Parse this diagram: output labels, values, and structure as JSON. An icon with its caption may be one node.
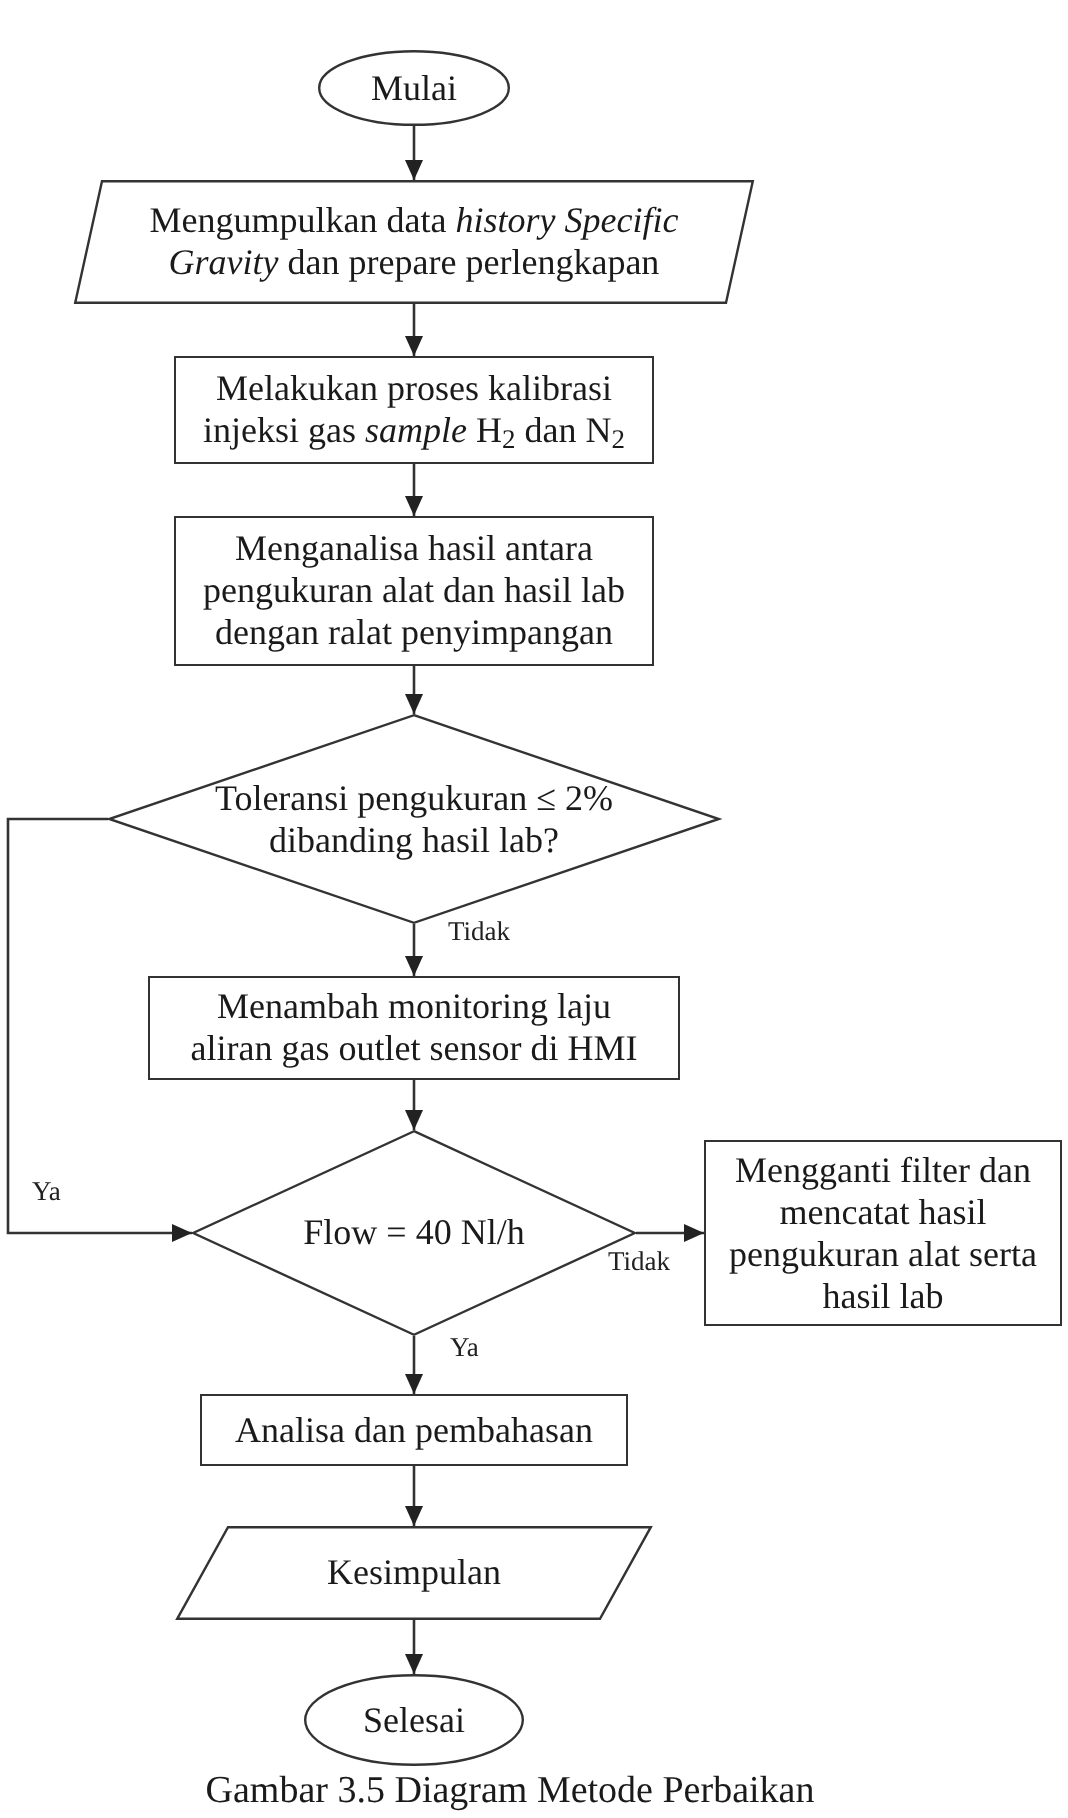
{
  "diagram": {
    "caption": "Gambar 3.5 Diagram Metode Perbaikan",
    "nodes": [
      {
        "text": [
          "Mulai"
        ]
      },
      {
        "text": [
          "Mengumpulkan data *history Specific Gravity* dan prepare perlengkapan"
        ]
      },
      {
        "text": [
          "Melakukan proses kalibrasi injeksi gas *sample* H$_{2}$ dan N$_{2}$"
        ]
      },
      {
        "text": [
          "Menganalisa hasil antara pengukuran alat dan hasil lab dengan ralat penyimpangan"
        ]
      },
      {
        "text": [
          "Toleransi pengukuran ≤ 2% dibanding hasil lab?"
        ]
      },
      {
        "text": [
          "Menambah monitoring laju aliran gas outlet sensor di HMI"
        ]
      },
      {
        "text": [
          "Flow = 40 Nl/h"
        ]
      },
      {
        "text": [
          "Mengganti filter dan mencatat hasil pengukuran alat serta hasil lab"
        ]
      },
      {
        "text": [
          "Analisa dan pembahasan"
        ]
      },
      {
        "text": [
          "Kesimpulan"
        ]
      },
      {
        "text": [
          "Selesai"
        ]
      }
    ],
    "edges": [
      {
        "from": 0,
        "to": 1,
        "arrow": "to"
      },
      {
        "from": 1,
        "to": 2,
        "arrow": "to"
      },
      {
        "from": 2,
        "to": 3,
        "arrow": "to"
      },
      {
        "from": 3,
        "to": 4,
        "arrow": "to"
      },
      {
        "from": 4,
        "to": 5,
        "arrow": "to",
        "label": "Tidak"
      },
      {
        "from": 4,
        "to": 6,
        "arrow": "to",
        "label": "Ya"
      },
      {
        "from": 5,
        "to": 6,
        "arrow": "to"
      },
      {
        "from": 6,
        "to": 7,
        "arrow": "to",
        "label": "Tidak"
      },
      {
        "from": 6,
        "to": 8,
        "arrow": "to",
        "label": "Ya"
      },
      {
        "from": 8,
        "to": 9,
        "arrow": "to"
      },
      {
        "from": 9,
        "to": 10,
        "arrow": "to"
      }
    ]
  }
}
